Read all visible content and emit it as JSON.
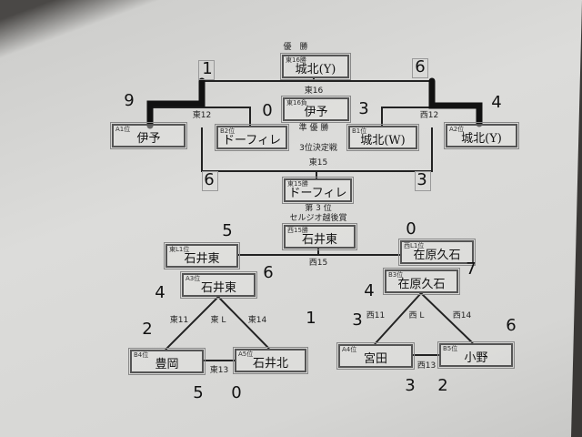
{
  "labels": {
    "champion": "優　勝",
    "runner_up": "準 優 勝",
    "third_place_match": "3位決定戦",
    "third": "第 3 位",
    "award": "セルジオ越後賞",
    "e16": "東16",
    "e12": "東12",
    "w12": "西12",
    "e15": "東15",
    "w15": "西15",
    "e11": "東11",
    "eL": "東 L",
    "e14": "東14",
    "e13": "東13",
    "w11": "西11",
    "wL": "西 L",
    "w14": "西14",
    "w13": "西13"
  },
  "boxes": {
    "champion": {
      "tag": "東16勝",
      "name": "城北(Y)"
    },
    "runner_up": {
      "tag": "東16負",
      "name": "伊予"
    },
    "a1": {
      "tag": "A1位",
      "name": "伊予"
    },
    "b2": {
      "tag": "B2位",
      "name": "ドーフィレ"
    },
    "b1": {
      "tag": "B1位",
      "name": "城北(W)"
    },
    "a2": {
      "tag": "A2位",
      "name": "城北(Y)"
    },
    "third": {
      "tag": "東15勝",
      "name": "ドーフィレ"
    },
    "award": {
      "tag": "西15勝",
      "name": "石井東"
    },
    "el1": {
      "tag": "東L1位",
      "name": "石井東"
    },
    "wl1": {
      "tag": "西L1位",
      "name": "在原久石"
    },
    "a3": {
      "tag": "A3位",
      "name": "石井東"
    },
    "b3": {
      "tag": "B3位",
      "name": "在原久石"
    },
    "b4": {
      "tag": "B4位",
      "name": "豊岡"
    },
    "a5": {
      "tag": "A5位",
      "name": "石井北"
    },
    "a4": {
      "tag": "A4位",
      "name": "宮田"
    },
    "b5": {
      "tag": "B5位",
      "name": "小野"
    }
  },
  "scores": {
    "final_left": "1",
    "final_right": "6",
    "a1": "9",
    "b2": "0",
    "b1": "3",
    "a2": "4",
    "third_left": "6",
    "third_right": "3",
    "el1": "5",
    "wl1": "0",
    "a3_left": "4",
    "a3_right": "6",
    "b3_left": "4",
    "b3_right": "7",
    "b4_top": "2",
    "b4_bottom": "5",
    "a5_top": "1",
    "a5_bottom": "0",
    "a4_top": "3",
    "a4_bottom": "3",
    "b5_top": "6",
    "b5_bottom": "2"
  }
}
